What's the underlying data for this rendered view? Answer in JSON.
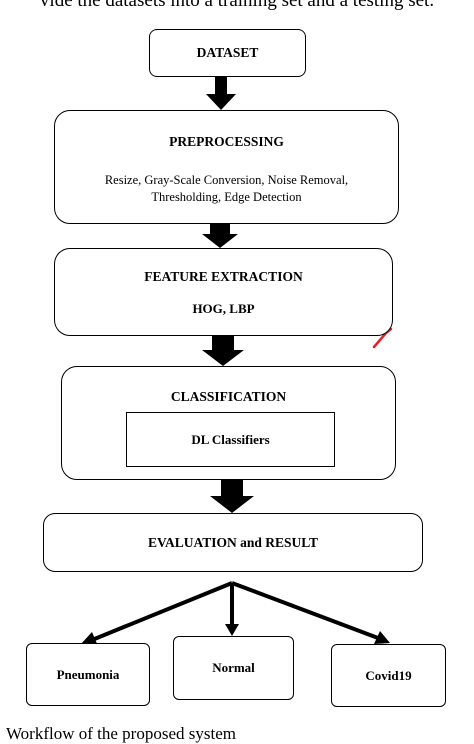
{
  "top_text": "vide the datasets into a training set and a testing set.",
  "nodes": {
    "dataset": {
      "title": "DATASET"
    },
    "preprocessing": {
      "title": "PREPROCESSING",
      "line1": "Resize, Gray-Scale Conversion, Noise Removal,",
      "line2": "Thresholding, Edge Detection"
    },
    "feature_extraction": {
      "title": "FEATURE EXTRACTION",
      "subtitle": "HOG, LBP"
    },
    "classification": {
      "title": "CLASSIFICATION",
      "inner": "DL Classifiers"
    },
    "evaluation": {
      "title": "EVALUATION and RESULT"
    },
    "outputs": {
      "pneumonia": "Pneumonia",
      "normal": "Normal",
      "covid": "Covid19"
    }
  },
  "caption": "Workflow of the proposed system",
  "colors": {
    "stroke": "#000000",
    "annotation": "#e0202a"
  }
}
